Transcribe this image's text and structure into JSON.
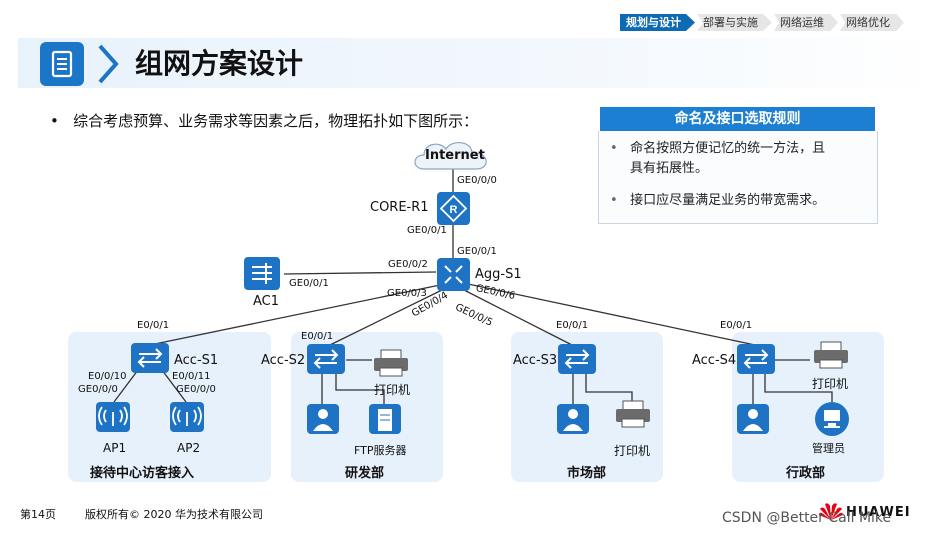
{
  "breadcrumb": {
    "items": [
      {
        "label": "规划与设计",
        "active": true
      },
      {
        "label": "部署与实施",
        "active": false
      },
      {
        "label": "网络运维",
        "active": false
      },
      {
        "label": "网络优化",
        "active": false
      }
    ]
  },
  "header": {
    "title": "组网方案设计"
  },
  "main": {
    "bullet": "综合考虑预算、业务需求等因素之后，物理拓扑如下图所示："
  },
  "rules": {
    "title": "命名及接口选取规则",
    "items": [
      {
        "line1": "命名按照方便记忆的统一方法，且",
        "line2": "具有拓展性。"
      },
      {
        "line1": "接口应尽量满足业务的带宽需求。",
        "line2": ""
      }
    ]
  },
  "topology": {
    "internet": "Internet",
    "core": {
      "name": "CORE-R1",
      "port_up": "GE0/0/0",
      "port_down": "GE0/0/1"
    },
    "agg": {
      "name": "Agg-S1",
      "port_up": "GE0/0/1",
      "port_ac": "GE0/0/2",
      "port_s1": "GE0/0/3",
      "port_s2": "GE0/0/4",
      "port_s3": "GE0/0/5",
      "port_s4": "GE0/0/6"
    },
    "ac": {
      "name": "AC1",
      "port": "GE0/0/1"
    },
    "acc_s1": {
      "name": "Acc-S1",
      "port_up": "E0/0/1",
      "port_ap1": "E0/0/10",
      "port_ap2": "E0/0/11",
      "ap1_port": "GE0/0/0",
      "ap2_port": "GE0/0/0"
    },
    "acc_s2": {
      "name": "Acc-S2",
      "port_up": "E0/0/1"
    },
    "acc_s3": {
      "name": "Acc-S3",
      "port_up": "E0/0/1"
    },
    "acc_s4": {
      "name": "Acc-S4",
      "port_up": "E0/0/1"
    },
    "ap1": "AP1",
    "ap2": "AP2",
    "printer": "打印机",
    "ftp": "FTP服务器",
    "admin": "管理员"
  },
  "zones": {
    "z1": "接待中心访客接入",
    "z2": "研发部",
    "z3": "市场部",
    "z4": "行政部"
  },
  "footer": {
    "page": "第14页",
    "copyright": "版权所有© 2020 华为技术有限公司",
    "brand": "HUAWEI",
    "watermark": "CSDN @Better Call Mike"
  },
  "colors": {
    "accent": "#1e73c4",
    "zone_bg": "#e7f1fb",
    "link": "#333333"
  }
}
